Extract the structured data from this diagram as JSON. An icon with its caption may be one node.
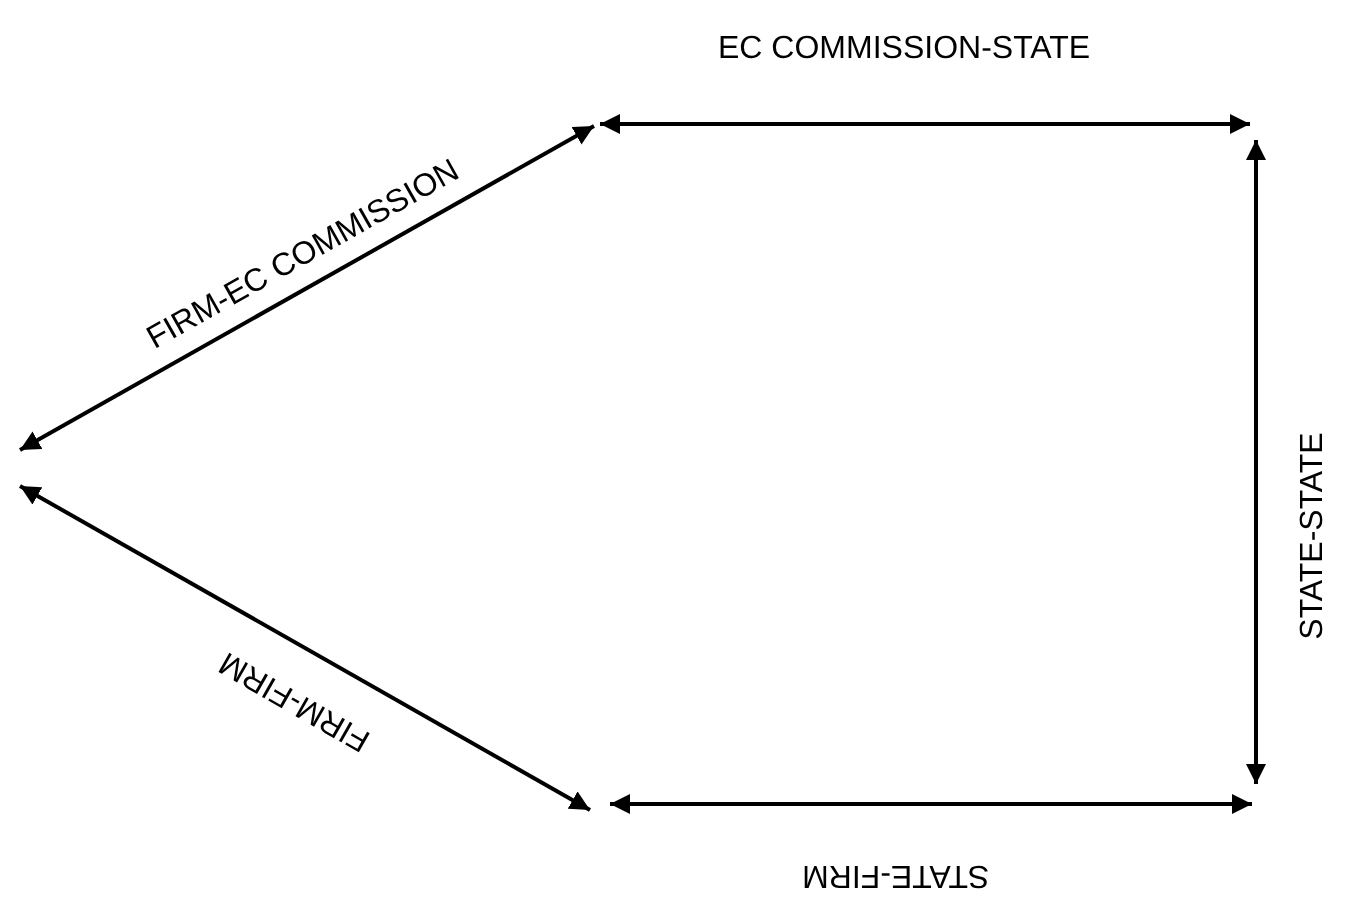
{
  "diagram": {
    "labels": [
      "EC COMMISSION-STATE",
      "FIRM-EC COMMISSION",
      "STATE-STATE",
      "FIRM-FIRM",
      "STATE-FIRM"
    ]
  }
}
